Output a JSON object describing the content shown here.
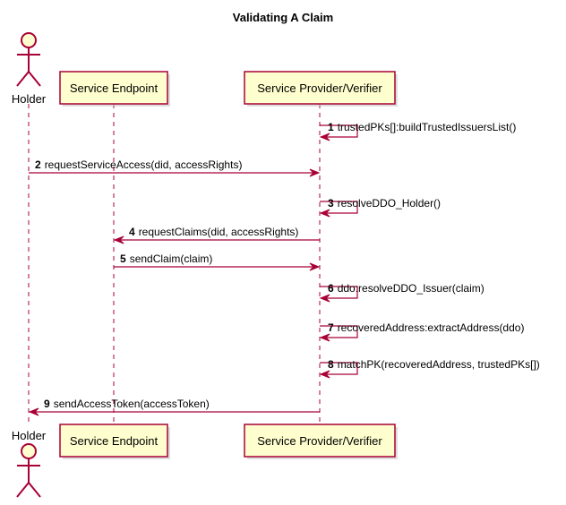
{
  "title": "Validating A Claim",
  "participants": [
    {
      "id": "holder",
      "label": "Holder",
      "kind": "actor"
    },
    {
      "id": "endpoint",
      "label": "Service Endpoint",
      "kind": "box"
    },
    {
      "id": "provider",
      "label": "Service Provider/Verifier",
      "kind": "box"
    }
  ],
  "messages": [
    {
      "num": "1",
      "from": "provider",
      "to": "provider",
      "label": "trustedPKs[]:buildTrustedIssuersList()"
    },
    {
      "num": "2",
      "from": "holder",
      "to": "provider",
      "label": "requestServiceAccess(did, accessRights)"
    },
    {
      "num": "3",
      "from": "provider",
      "to": "provider",
      "label": "resolveDDO_Holder()"
    },
    {
      "num": "4",
      "from": "provider",
      "to": "endpoint",
      "label": "requestClaims(did, accessRights)"
    },
    {
      "num": "5",
      "from": "endpoint",
      "to": "provider",
      "label": "sendClaim(claim)"
    },
    {
      "num": "6",
      "from": "provider",
      "to": "provider",
      "label": "ddo:resolveDDO_Issuer(claim)"
    },
    {
      "num": "7",
      "from": "provider",
      "to": "provider",
      "label": "recoveredAddress:extractAddress(ddo)"
    },
    {
      "num": "8",
      "from": "provider",
      "to": "provider",
      "label": "matchPK(recoveredAddress, trustedPKs[])"
    },
    {
      "num": "9",
      "from": "provider",
      "to": "holder",
      "label": "sendAccessToken(accessToken)"
    }
  ],
  "colors": {
    "box_fill": "#FEFECE",
    "box_stroke": "#A80036",
    "arrow": "#A80036",
    "lifeline": "#A80036"
  }
}
